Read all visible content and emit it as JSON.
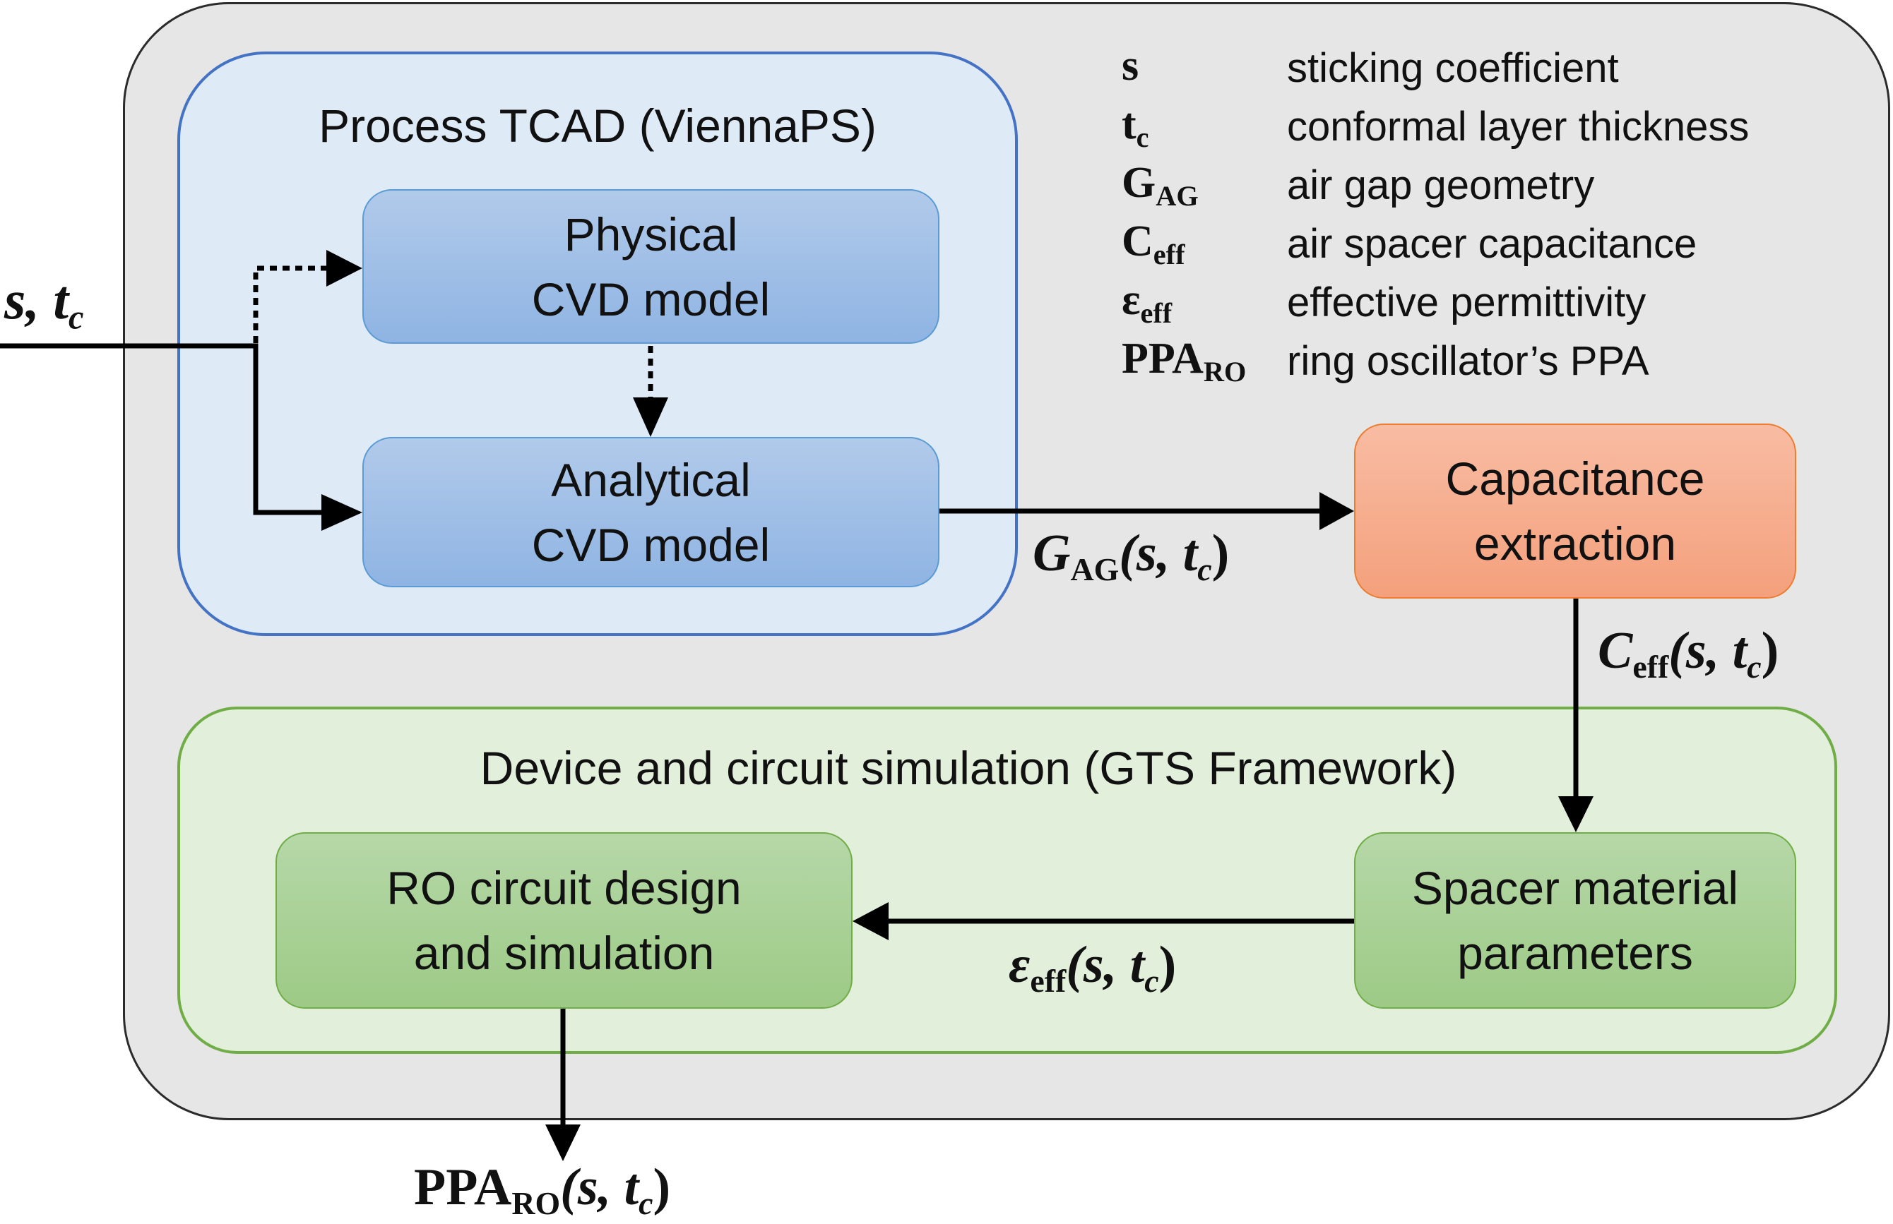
{
  "diagram": {
    "input_label": {
      "main": "s, t",
      "sub": "c"
    },
    "process_tcad": {
      "title": "Process TCAD (ViennaPS)",
      "physical_box": {
        "line1": "Physical",
        "line2": "CVD model"
      },
      "analytical_box": {
        "line1": "Analytical",
        "line2": "CVD model"
      }
    },
    "capacitance_box": {
      "line1": "Capacitance",
      "line2": "extraction"
    },
    "device_circuit": {
      "title": "Device and circuit simulation (GTS Framework)",
      "ro_box": {
        "line1": "RO circuit design",
        "line2": "and simulation"
      },
      "spacer_box": {
        "line1": "Spacer material",
        "line2": "parameters"
      }
    },
    "edge_labels": {
      "gag": {
        "main": "G",
        "sub": "AG",
        "args": "(s, t",
        "args_sub": "c",
        "close": ")"
      },
      "ceff": {
        "main": "C",
        "sub": "eff",
        "args": "(s, t",
        "args_sub": "c",
        "close": ")"
      },
      "eeff": {
        "main": "ε",
        "sub": "eff",
        "args": "(s, t",
        "args_sub": "c",
        "close": ")"
      },
      "ppa": {
        "main": "PPA",
        "sub": "RO",
        "args": "(s, t",
        "args_sub": "c",
        "close": ")"
      }
    },
    "legend": [
      {
        "symbol": "s",
        "sub": "",
        "description": "sticking coefficient"
      },
      {
        "symbol": "t",
        "sub": "c",
        "description": "conformal layer thickness"
      },
      {
        "symbol": "G",
        "sub": "AG",
        "description": "air gap geometry"
      },
      {
        "symbol": "C",
        "sub": "eff",
        "description": "air spacer capacitance"
      },
      {
        "symbol": "ε",
        "sub": "eff",
        "description": "effective permittivity"
      },
      {
        "symbol": "PPA",
        "sub": "RO",
        "description": "ring oscillator’s PPA"
      }
    ],
    "colors": {
      "outer_fill": "#E7E6E6",
      "process_fill": "#DEEBF7",
      "process_border": "#4472C4",
      "blue_box_border": "#5B9BD5",
      "capacitance_border": "#ED7D31",
      "device_fill": "#E2EFDA",
      "device_border": "#70AD47"
    }
  }
}
